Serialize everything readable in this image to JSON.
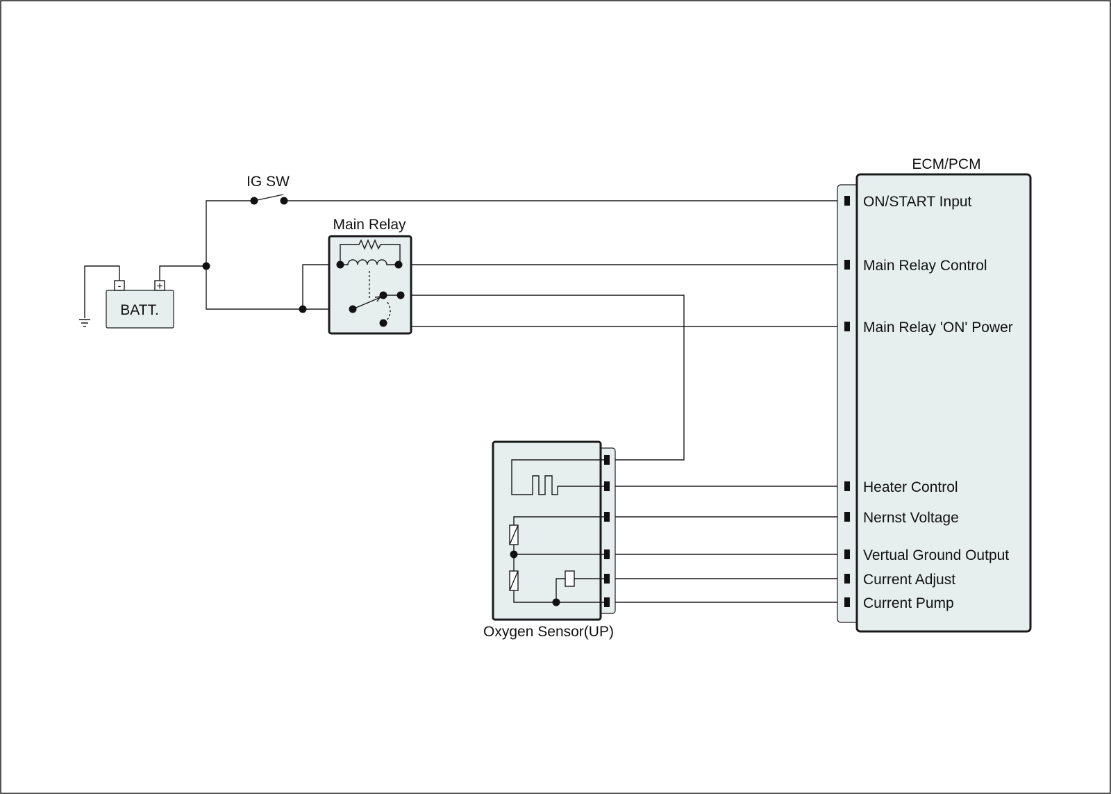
{
  "components": {
    "battery": "BATT.",
    "ignition_switch": "IG SW",
    "main_relay": "Main Relay",
    "oxygen_sensor": "Oxygen Sensor(UP)",
    "ecm": "ECM/PCM"
  },
  "ecm_pins": [
    "ON/START Input",
    "Main Relay Control",
    "Main Relay 'ON' Power",
    "Heater Control",
    "Nernst Voltage",
    "Vertual Ground Output",
    "Current Adjust",
    "Current Pump"
  ],
  "battery_terminals": {
    "negative": "-",
    "positive": "+"
  }
}
